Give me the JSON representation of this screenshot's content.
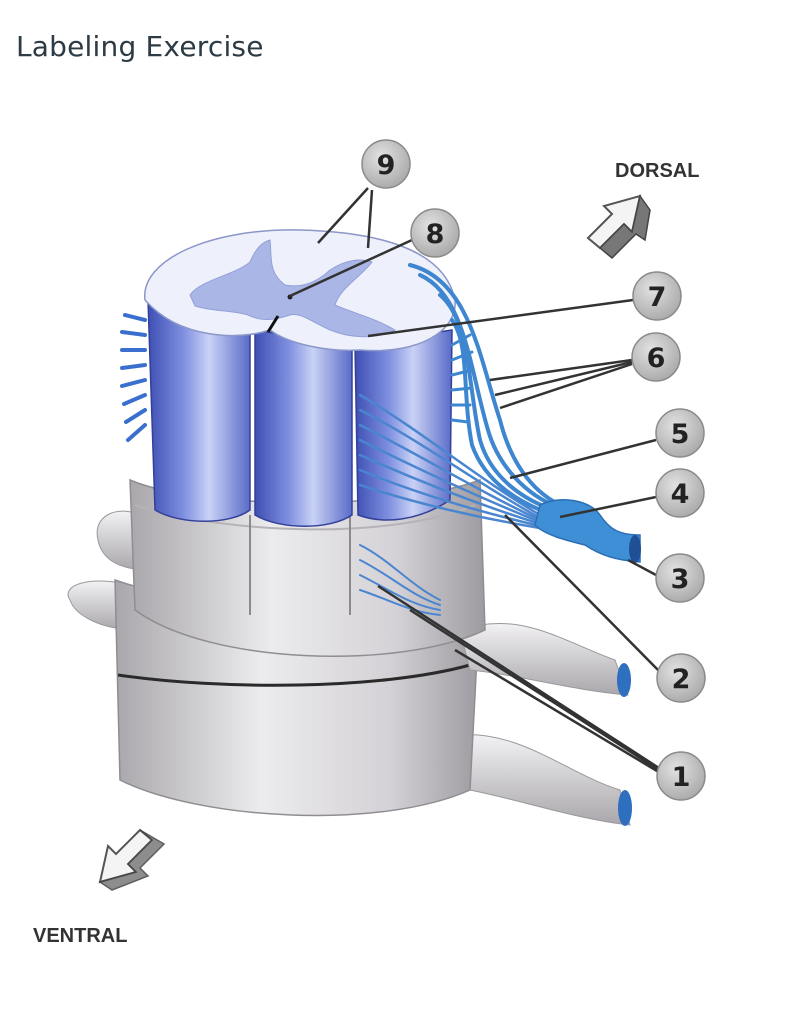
{
  "page": {
    "title": "Labeling Exercise"
  },
  "directions": {
    "dorsal": "DORSAL",
    "ventral": "VENTRAL"
  },
  "labels": [
    "1",
    "2",
    "3",
    "4",
    "5",
    "6",
    "7",
    "8",
    "9"
  ],
  "colors": {
    "cord_blue": "#6f80d8",
    "gray_matter": "#aebae8",
    "nerve_blue": "#2f7fc4",
    "bone_gray": "#d8d6d8",
    "marker_fill": "#c9c9c9",
    "leader_line": "#333333"
  }
}
